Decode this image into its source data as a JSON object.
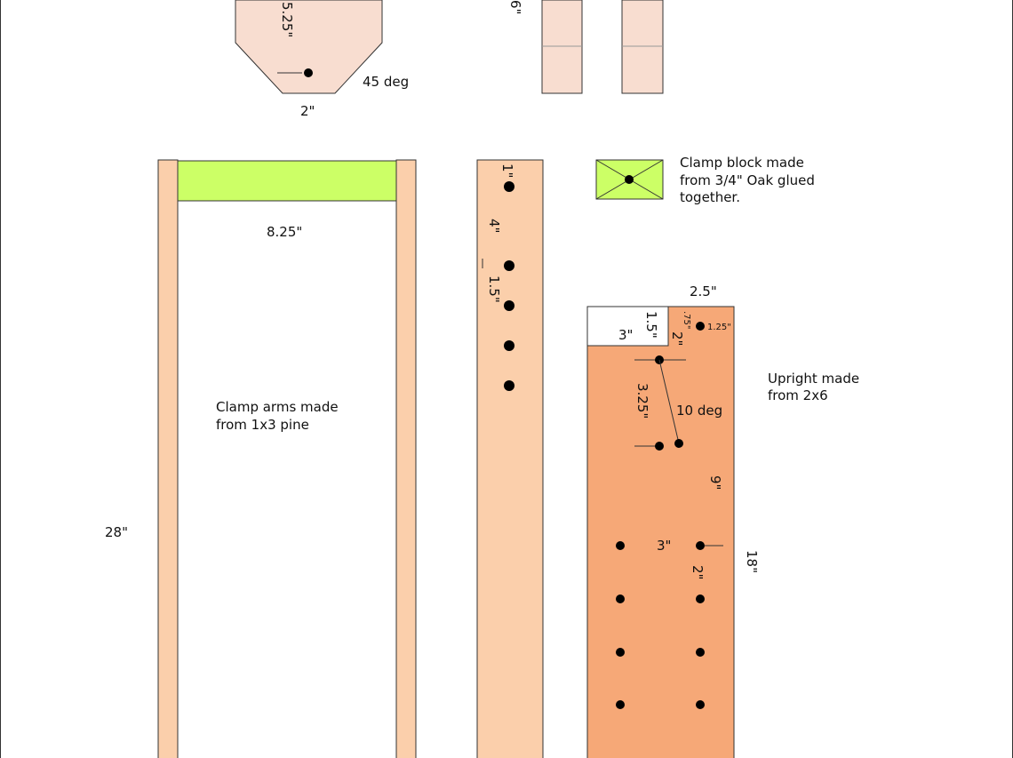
{
  "colors": {
    "wood_light": "#fbcfab",
    "wood_pale": "#f8ddd0",
    "wood_dark": "#f6a877",
    "clamp_block": "#ccff66",
    "outline": "#333333",
    "hole": "#000000"
  },
  "dimensions": {
    "head_height": "5.25\"",
    "head_bottom": "2\"",
    "head_angle": "45 deg",
    "posts_top": "6\"",
    "block_width": "8.25\"",
    "arm_length": "28\"",
    "arm_hole_1": "1\"",
    "arm_hole_2": "4\"",
    "arm_hole_3": "1.5\"",
    "upright_top": "2.5\"",
    "notch_width": "3\"",
    "notch_height": "1.5\"",
    "upright_075": ".75\"",
    "upright_125": "1.25\"",
    "upright_2a": "2\"",
    "upright_325": "3.25\"",
    "upright_angle": "10 deg",
    "upright_9": "9\"",
    "upright_3": "3\"",
    "upright_2b": "2\"",
    "upright_18": "18\""
  },
  "notes": {
    "clamp_block": [
      "Clamp block made",
      "from 3/4\" Oak glued",
      "together."
    ],
    "clamp_arms": [
      "Clamp arms made",
      "from 1x3 pine"
    ],
    "upright": [
      "Upright made",
      "from 2x6"
    ]
  }
}
